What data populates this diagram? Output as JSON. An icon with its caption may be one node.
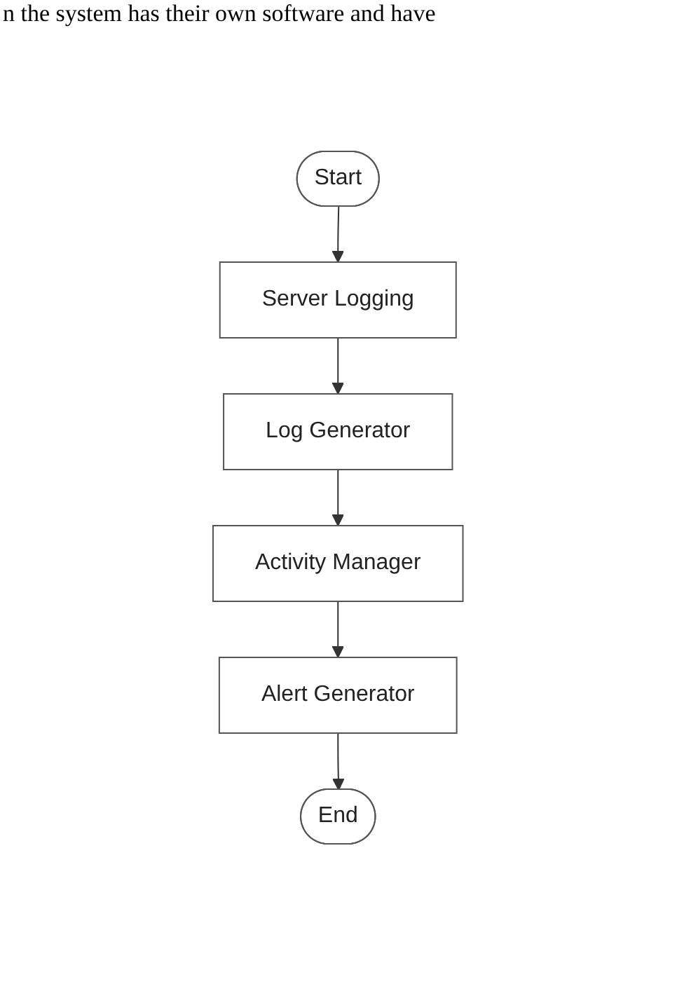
{
  "diagram": {
    "nodes": [
      {
        "text": [
          "Start"
        ]
      },
      {
        "text": [
          "Server Logging"
        ]
      },
      {
        "text": [
          "Log Generator"
        ]
      },
      {
        "text": [
          "Activity Manager"
        ]
      },
      {
        "text": [
          "Alert Generator"
        ]
      },
      {
        "text": [
          "End"
        ]
      }
    ],
    "edges": [
      {
        "from": 0,
        "to": 1,
        "arrow": "to"
      },
      {
        "from": 1,
        "to": 2,
        "arrow": "to"
      },
      {
        "from": 2,
        "to": 3,
        "arrow": "to"
      },
      {
        "from": 3,
        "to": 4,
        "arrow": "to"
      },
      {
        "from": 4,
        "to": 5,
        "arrow": "to"
      }
    ],
    "labels": [
      "n the system has their own software and have"
    ]
  }
}
